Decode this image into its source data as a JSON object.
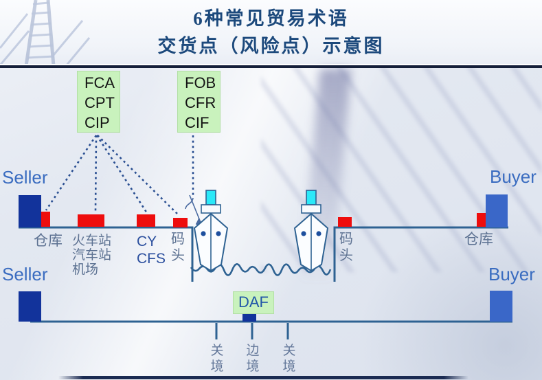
{
  "title": {
    "line1": "6种常见贸易术语",
    "line2": "交货点（风险点）示意图"
  },
  "term_groups": {
    "fca": [
      "FCA",
      "CPT",
      "CIP"
    ],
    "fob": [
      "FOB",
      "CFR",
      "CIF"
    ],
    "daf": "DAF"
  },
  "parties": {
    "seller_top": "Seller",
    "buyer_top": "Buyer",
    "seller_bottom": "Seller",
    "buyer_bottom": "Buyer"
  },
  "locations": {
    "warehouse_left": "仓库",
    "inland_hubs": [
      "火车站",
      "汽车站",
      "机场"
    ],
    "cy": "CY",
    "cfs": "CFS",
    "dock_left": "码头",
    "dock_right": "码头",
    "warehouse_right": "仓库"
  },
  "borders": [
    "关境",
    "边境",
    "关境"
  ],
  "colors": {
    "title_navy": "#1c497c",
    "green_box": "#c9f2bd",
    "party_blue": "#3a6cc0",
    "label_gray": "#5d7292",
    "label_blue": "#2b4f9e",
    "risk_red": "#ee0d0d",
    "navy_block": "#12339b",
    "blue_block": "#3a67c8",
    "line_blue": "#2e6292",
    "dot_blue": "#2a4f92",
    "cyan": "#2be9f8",
    "porthole": "#1d4f9e"
  }
}
